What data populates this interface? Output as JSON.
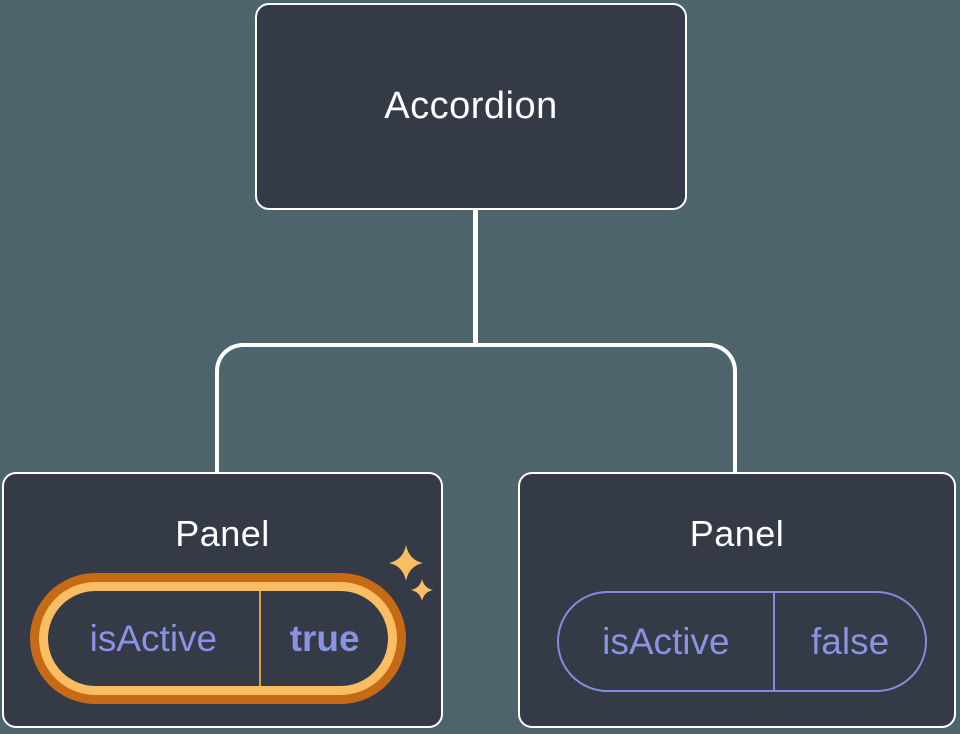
{
  "diagram": {
    "root": {
      "label": "Accordion"
    },
    "panels": [
      {
        "title": "Panel",
        "prop": "isActive",
        "value": "true",
        "active": true,
        "highlight": "orange-ring-with-sparkles"
      },
      {
        "title": "Panel",
        "prop": "isActive",
        "value": "false",
        "active": false,
        "highlight": "none"
      }
    ],
    "icons": {
      "sparkle-icon": "✦"
    },
    "colors": {
      "background": "#4E646D",
      "node_fill": "#343A46",
      "node_border": "#FFFFFF",
      "text_primary": "#FFFFFF",
      "state_text": "#8A92E2",
      "pill_border_inactive": "#828BDF",
      "highlight_ring_outer": "#C76A15",
      "highlight_ring_inner": "#FABD62",
      "highlight_divider": "#DE9C3E",
      "sparkle": "#FABD62"
    }
  }
}
